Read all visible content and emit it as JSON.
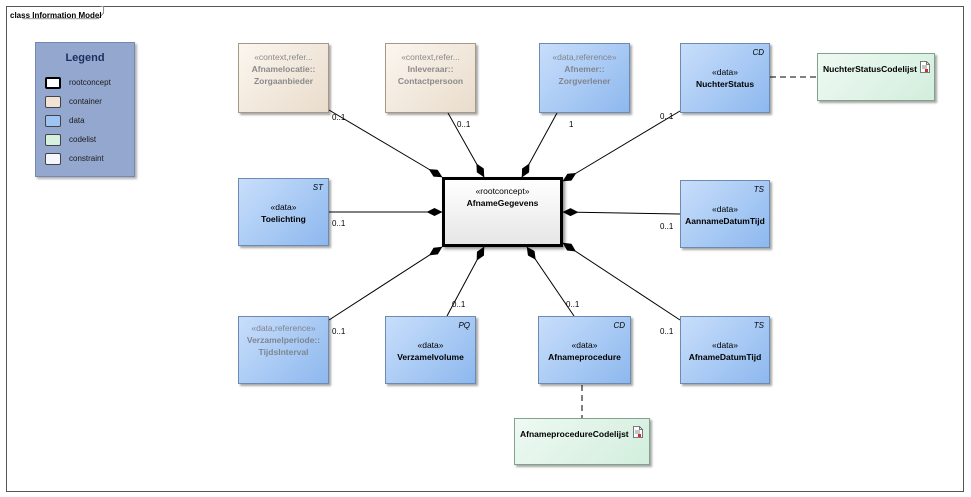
{
  "frame": {
    "title": "class Information Model"
  },
  "legend": {
    "title": "Legend",
    "items": [
      {
        "label": "rootconcept",
        "color": "#ffffff"
      },
      {
        "label": "container",
        "color": "#f1e4d6"
      },
      {
        "label": "data",
        "color": "#9fc4f3"
      },
      {
        "label": "codelist",
        "color": "#d6f0df"
      },
      {
        "label": "constraint",
        "color": "#f6f6ff"
      }
    ]
  },
  "nodes": {
    "afnamelocatie": {
      "stereotype": "«context,refer...",
      "name_line1": "Afnamelocatie::",
      "name_line2": "Zorgaanbieder"
    },
    "inleveraar": {
      "stereotype": "«context,refer...",
      "name_line1": "Inleveraar::",
      "name_line2": "Contactpersoon"
    },
    "afnemer": {
      "stereotype": "«data,reference»",
      "name_line1": "Afnemer::",
      "name_line2": "Zorgverlener"
    },
    "nuchterstatus": {
      "tag": "CD",
      "stereotype": "«data»",
      "name": "NuchterStatus"
    },
    "nuchterstatus_codelijst": {
      "name": "NuchterStatusCodelijst"
    },
    "toelichting": {
      "tag": "ST",
      "stereotype": "«data»",
      "name": "Toelichting"
    },
    "root": {
      "stereotype": "«rootconcept»",
      "name": "AfnameGegevens"
    },
    "aannamedatumtijd": {
      "tag": "TS",
      "stereotype": "«data»",
      "name": "AannameDatumTijd"
    },
    "verzamelperiode": {
      "stereotype": "«data,reference»",
      "name_line1": "Verzamelperiode::",
      "name_line2": "TijdsInterval"
    },
    "verzamelvolume": {
      "tag": "PQ",
      "stereotype": "«data»",
      "name": "Verzamelvolume"
    },
    "afnameprocedure": {
      "tag": "CD",
      "stereotype": "«data»",
      "name": "Afnameprocedure"
    },
    "afnamedatumtijd": {
      "tag": "TS",
      "stereotype": "«data»",
      "name": "AfnameDatumTijd"
    },
    "afnameprocedure_codelijst": {
      "name": "AfnameprocedureCodelijst"
    }
  },
  "multiplicities": {
    "afnamelocatie": "0..1",
    "inleveraar": "0..1",
    "afnemer": "1",
    "nuchterstatus": "0..1",
    "toelichting": "0..1",
    "aannamedatumtijd": "0..1",
    "verzamelperiode": "0..1",
    "verzamelvolume": "0..1",
    "afnameprocedure": "0..1",
    "afnamedatumtijd": "0..1"
  }
}
